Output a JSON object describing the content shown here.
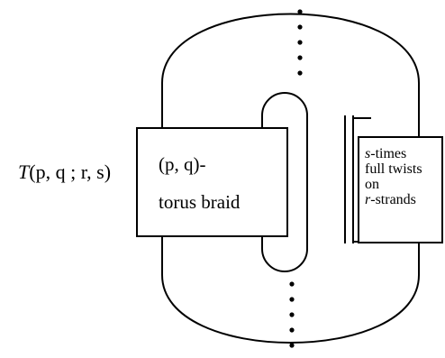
{
  "formula": {
    "prefix": "T",
    "args": "(p, q ; r, s)"
  },
  "braid_box": {
    "line1": "(p, q)-",
    "line2": "torus braid"
  },
  "twist_box": {
    "line1_var": "s",
    "line1_rest": "-times",
    "line2": "full twists",
    "line3": "on",
    "line4_var": "r",
    "line4_rest": "-strands"
  },
  "colors": {
    "stroke": "#000000",
    "background": "#ffffff"
  }
}
